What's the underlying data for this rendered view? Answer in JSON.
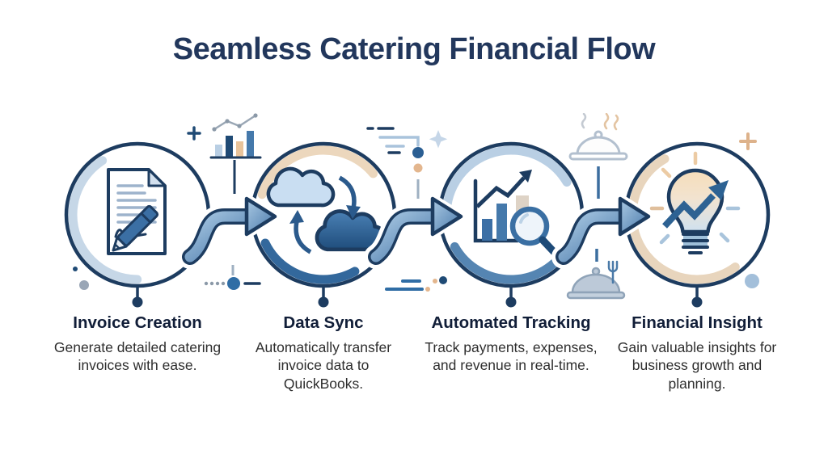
{
  "title": "Seamless Catering Financial Flow",
  "steps": [
    {
      "heading": "Invoice Creation",
      "description": "Generate detailed catering invoices with ease.",
      "icon": "invoice-document-pen-icon"
    },
    {
      "heading": "Data Sync",
      "description": "Automatically transfer invoice data to QuickBooks.",
      "icon": "cloud-sync-icon"
    },
    {
      "heading": "Automated Tracking",
      "description": "Track payments, expenses, and revenue in real-time.",
      "icon": "bar-chart-magnifier-icon"
    },
    {
      "heading": "Financial Insight",
      "description": "Gain valuable insights for business growth and planning.",
      "icon": "lightbulb-growth-arrow-icon"
    }
  ],
  "decorations": [
    "plus-icon",
    "mini-bar-chart-icon",
    "sparkle-icon",
    "cloche-steam-icon",
    "cloche-filled-icon",
    "fork-icon",
    "dot-accents",
    "dash-accents"
  ],
  "colors": {
    "title_navy": "#22375c",
    "outline_navy": "#1d3c60",
    "steel_blue": "#3b6fa4",
    "light_blue": "#c6d7e7",
    "cloud_light": "#c9def2",
    "cloud_dark": "#1f4d7c",
    "peach": "#ecd7bd",
    "peach_accent": "#ddb28b",
    "body_text": "#2e2e2e",
    "background": "#ffffff"
  }
}
